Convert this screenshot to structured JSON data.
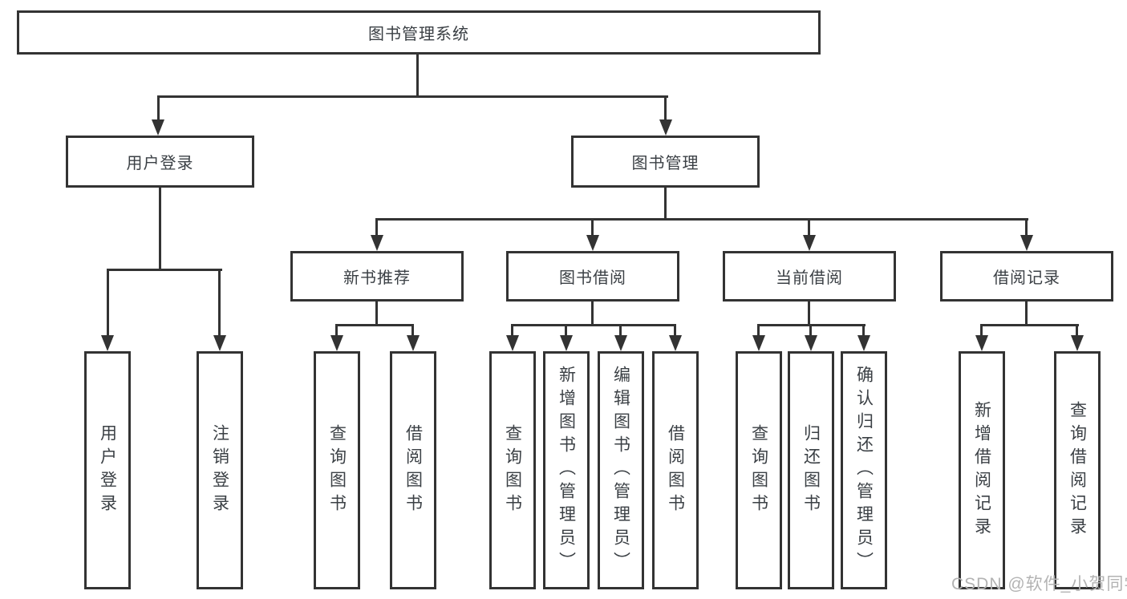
{
  "diagram": {
    "root": {
      "label": "图书管理系统"
    },
    "children": [
      {
        "label": "用户登录",
        "children": [
          {
            "label": "用户登录"
          },
          {
            "label": "注销登录"
          }
        ]
      },
      {
        "label": "图书管理",
        "children": [
          {
            "label": "新书推荐",
            "children": [
              {
                "label": "查询图书"
              },
              {
                "label": "借阅图书"
              }
            ]
          },
          {
            "label": "图书借阅",
            "children": [
              {
                "label": "查询图书"
              },
              {
                "label": "新增图书（管理员）"
              },
              {
                "label": "编辑图书（管理员）"
              },
              {
                "label": "借阅图书"
              }
            ]
          },
          {
            "label": "当前借阅",
            "children": [
              {
                "label": "查询图书"
              },
              {
                "label": "归还图书"
              },
              {
                "label": "确认归还（管理员）"
              }
            ]
          },
          {
            "label": "借阅记录",
            "children": [
              {
                "label": "新增借阅记录"
              },
              {
                "label": "查询借阅记录"
              }
            ]
          }
        ]
      }
    ]
  },
  "watermark": {
    "text": "CSDN @软件_小贺同学"
  },
  "colors": {
    "line": "#333333",
    "text": "#3b4045",
    "background": "#ffffff",
    "watermark": "#b3b3b3"
  }
}
